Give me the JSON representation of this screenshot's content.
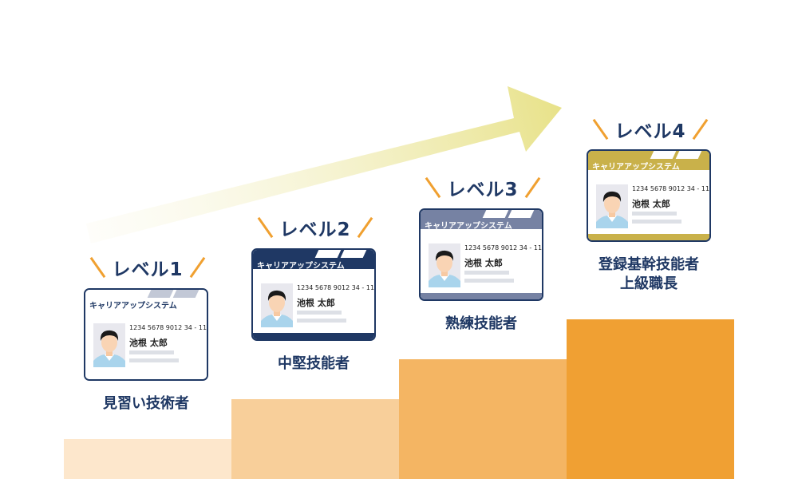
{
  "colors": {
    "navy": "#1f3864",
    "slash": "#f0a030",
    "arrow_start": "#fbfaf0",
    "arrow_end": "#e8e28a",
    "step1": "#fde7cc",
    "step2": "#f8cf9a",
    "step3": "#f4b563",
    "step4": "#f0a033"
  },
  "levels": [
    {
      "label": "レベル1",
      "card": {
        "title": "キャリアアップシステム",
        "number": "1234 5678 9012 34 - 11",
        "name": "池根 太郎",
        "theme": "white",
        "header_color": "#ffffff",
        "title_color": "#1f3864",
        "tab_color": "#c2c8d6",
        "footer_color": "#ffffff"
      },
      "role": [
        "見習い技術者"
      ]
    },
    {
      "label": "レベル2",
      "card": {
        "title": "キャリアアップシステム",
        "number": "1234 5678 9012 34 - 11",
        "name": "池根 太郎",
        "theme": "navy",
        "header_color": "#1f3864",
        "title_color": "#ffffff",
        "tab_color": "#ffffff",
        "footer_color": "#1f3864"
      },
      "role": [
        "中堅技能者"
      ]
    },
    {
      "label": "レベル3",
      "card": {
        "title": "キャリアアップシステム",
        "number": "1234 5678 9012 34 - 11",
        "name": "池根 太郎",
        "theme": "gray-blue",
        "header_color": "#7682a3",
        "title_color": "#ffffff",
        "tab_color": "#ffffff",
        "footer_color": "#7682a3"
      },
      "role": [
        "熟練技能者"
      ]
    },
    {
      "label": "レベル4",
      "card": {
        "title": "キャリアアップシステム",
        "number": "1234 5678 9012 34 - 11",
        "name": "池根 太郎",
        "theme": "gold",
        "header_color": "#c9b14a",
        "title_color": "#ffffff",
        "tab_color": "#ffffff",
        "footer_color": "#c9b14a"
      },
      "role": [
        "登録基幹技能者",
        "上級職長"
      ]
    }
  ]
}
